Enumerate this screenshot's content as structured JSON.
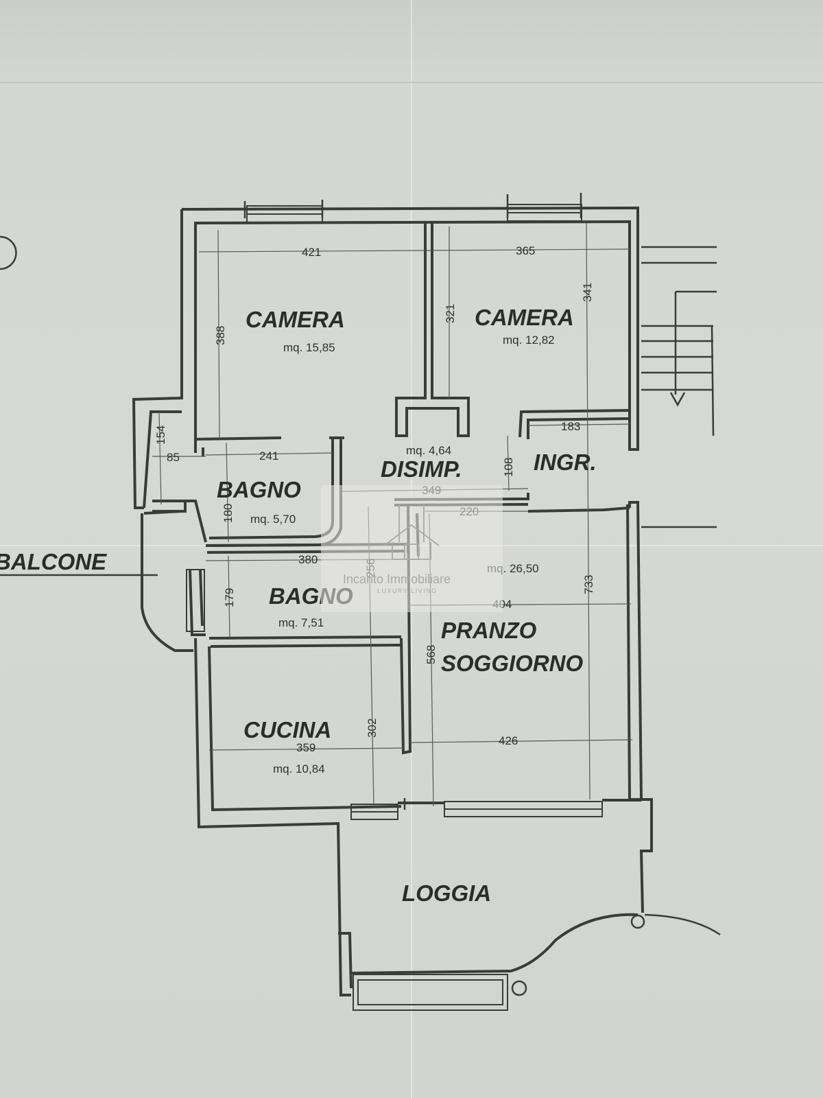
{
  "rooms": {
    "camera1": {
      "name": "CAMERA",
      "area": "mq. 15,85"
    },
    "camera2": {
      "name": "CAMERA",
      "area": "mq. 12,82"
    },
    "disimp": {
      "name": "DISIMP.",
      "area": "mq. 4,64"
    },
    "ingr": {
      "name": "INGR."
    },
    "bagno1": {
      "name": "BAGNO",
      "area": "mq. 5,70"
    },
    "bagno2": {
      "name": "BAGNO",
      "area": "mq. 7,51"
    },
    "cucina": {
      "name": "CUCINA",
      "area": "mq. 10,84"
    },
    "soggiorno": {
      "name_line1": "PRANZO",
      "name_line2": "SOGGIORNO",
      "area": "mq. 26,50"
    },
    "loggia": {
      "name": "LOGGIA"
    },
    "balcone": {
      "name": "BALCONE"
    }
  },
  "dimensions": {
    "camera1_width": "421",
    "camera2_width": "365",
    "camera1_height": "388",
    "camera2_height_inner": "321",
    "camera2_height": "341",
    "ingr_width": "183",
    "bagno1_small_height": "154",
    "bagno1_small_width": "85",
    "bagno1_width": "241",
    "ingr_height": "108",
    "disimp_width": "349",
    "soggiorno_top_width": "220",
    "bagno1_height": "180",
    "bagno2_width": "380",
    "bagno_stack_height": "256",
    "bagno2_height": "179",
    "soggiorno_width_upper": "404",
    "soggiorno_height": "733",
    "soggiorno_height_inner": "568",
    "cucina_height": "302",
    "cucina_width": "359",
    "soggiorno_width_lower": "426"
  },
  "watermark": {
    "line1": "Incanto Immobiliare",
    "line2": "LUXURY LIVING"
  }
}
